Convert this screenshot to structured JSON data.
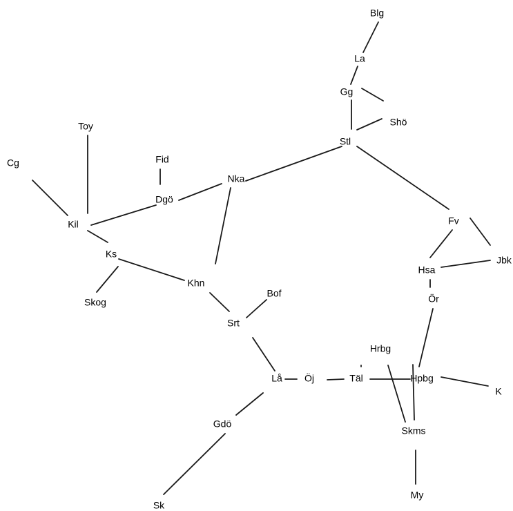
{
  "nodes": [
    {
      "id": "blg",
      "label": "Blg"
    },
    {
      "id": "la",
      "label": "La"
    },
    {
      "id": "gg",
      "label": "Gg"
    },
    {
      "id": "sho",
      "label": "Shö"
    },
    {
      "id": "stl",
      "label": "Stl"
    },
    {
      "id": "toy",
      "label": "Toy"
    },
    {
      "id": "cg",
      "label": "Cg"
    },
    {
      "id": "fid",
      "label": "Fid"
    },
    {
      "id": "nka",
      "label": "Nka"
    },
    {
      "id": "dgo",
      "label": "Dgö"
    },
    {
      "id": "kil",
      "label": "Kil"
    },
    {
      "id": "ks",
      "label": "Ks"
    },
    {
      "id": "skog",
      "label": "Skog"
    },
    {
      "id": "khn",
      "label": "Khn"
    },
    {
      "id": "bof",
      "label": "Bof"
    },
    {
      "id": "srt",
      "label": "Srt"
    },
    {
      "id": "fv",
      "label": "Fv"
    },
    {
      "id": "jbk",
      "label": "Jbk"
    },
    {
      "id": "hsa",
      "label": "Hsa"
    },
    {
      "id": "or",
      "label": "Ör"
    },
    {
      "id": "hrbg",
      "label": "Hrbg"
    },
    {
      "id": "lo",
      "label": "Lå"
    },
    {
      "id": "oj",
      "label": "Öj"
    },
    {
      "id": "tal",
      "label": "Täl"
    },
    {
      "id": "hpbg",
      "label": "Hpbg"
    },
    {
      "id": "k",
      "label": "K"
    },
    {
      "id": "gdo",
      "label": "Gdö"
    },
    {
      "id": "skms",
      "label": "Skms"
    },
    {
      "id": "my",
      "label": "My"
    },
    {
      "id": "sk",
      "label": "Sk"
    }
  ],
  "edges": [
    [
      "blg",
      "la"
    ],
    [
      "la",
      "gg"
    ],
    [
      "gg",
      "sho"
    ],
    [
      "gg",
      "stl"
    ],
    [
      "sho",
      "stl"
    ],
    [
      "stl",
      "nka"
    ],
    [
      "stl",
      "fv"
    ],
    [
      "toy",
      "kil"
    ],
    [
      "cg",
      "kil"
    ],
    [
      "fid",
      "dgo"
    ],
    [
      "dgo",
      "nka"
    ],
    [
      "dgo",
      "kil"
    ],
    [
      "nka",
      "khn"
    ],
    [
      "kil",
      "ks"
    ],
    [
      "ks",
      "skog"
    ],
    [
      "ks",
      "khn"
    ],
    [
      "khn",
      "srt"
    ],
    [
      "srt",
      "bof"
    ],
    [
      "srt",
      "lo"
    ],
    [
      "lo",
      "oj"
    ],
    [
      "oj",
      "tal"
    ],
    [
      "tal",
      "hpbg"
    ],
    [
      "lo",
      "gdo"
    ],
    [
      "gdo",
      "sk"
    ],
    [
      "fv",
      "hsa"
    ],
    [
      "fv",
      "jbk"
    ],
    [
      "hsa",
      "jbk"
    ],
    [
      "hsa",
      "or"
    ],
    [
      "or",
      "hpbg"
    ],
    [
      "hrbg",
      "tal"
    ],
    [
      "hrbg",
      "skms"
    ],
    [
      "hpbg",
      "skms"
    ],
    [
      "hpbg",
      "k"
    ],
    [
      "skms",
      "my"
    ]
  ]
}
